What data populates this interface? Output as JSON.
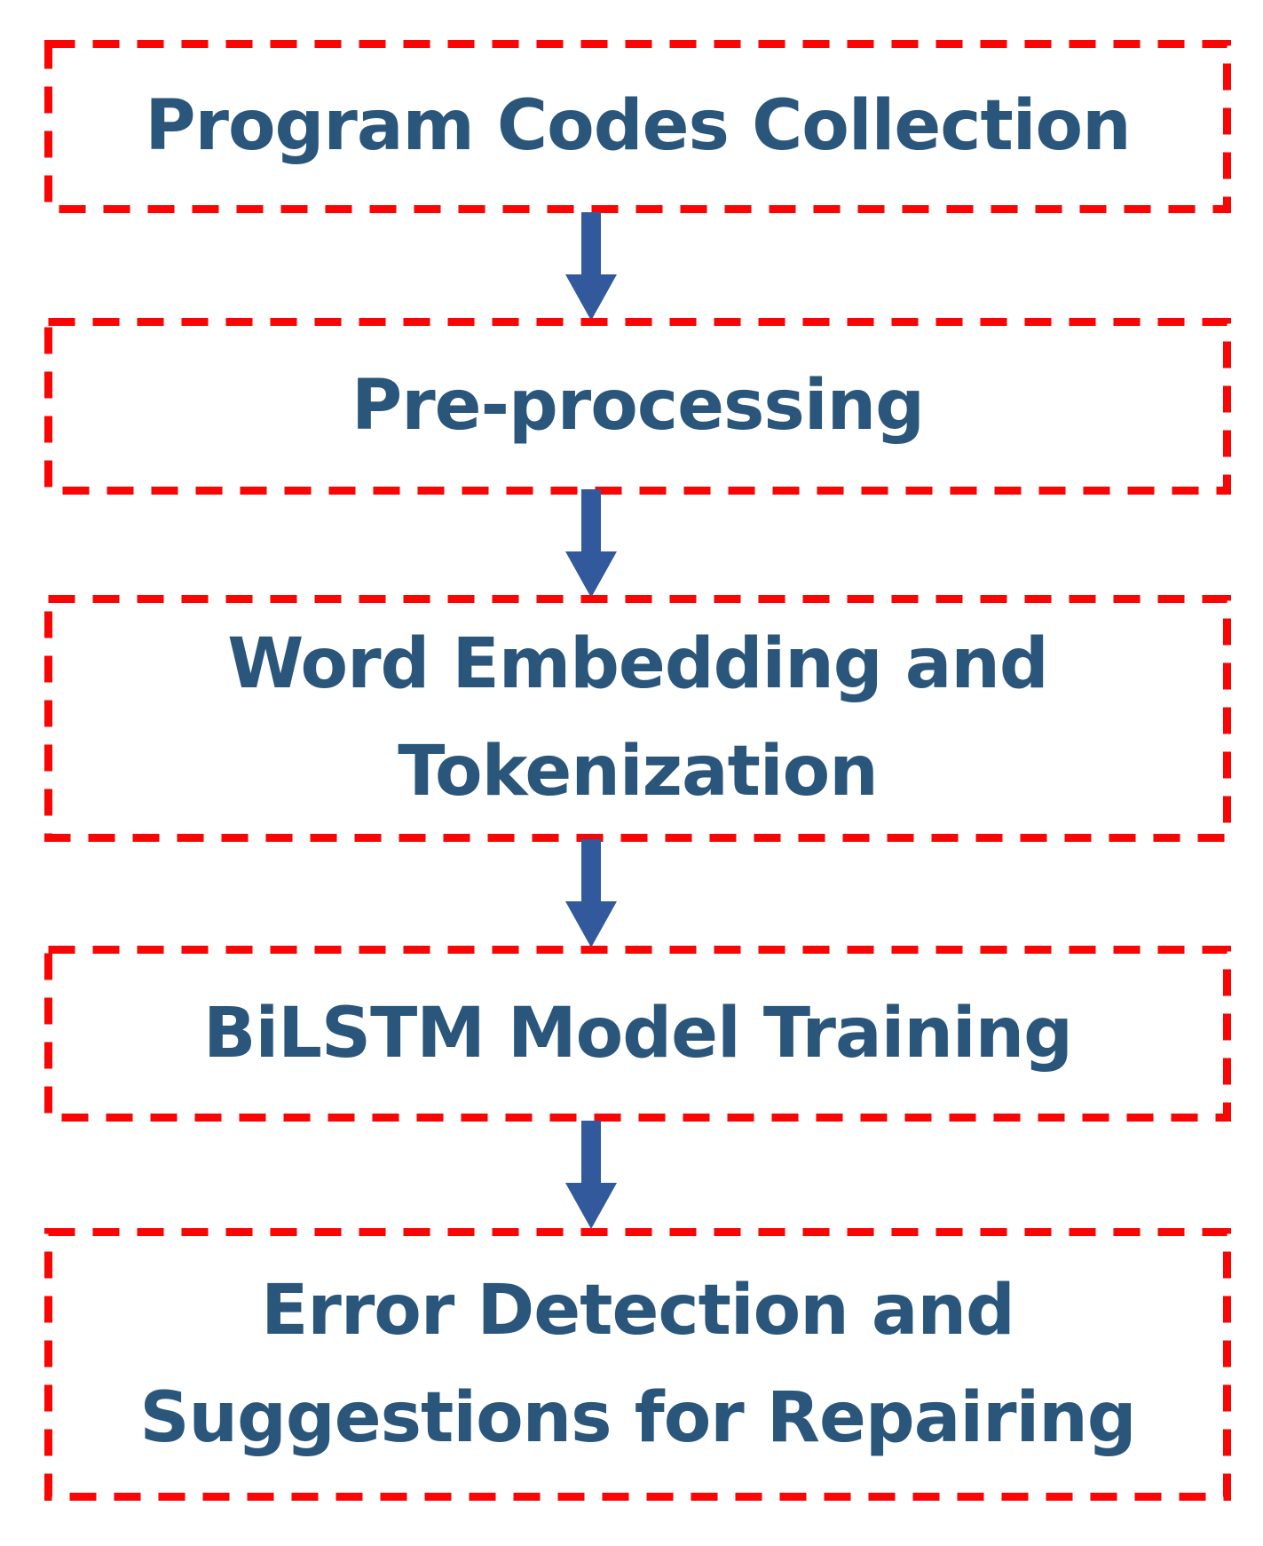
{
  "colors": {
    "background": "#FFFFFF",
    "box_border_red": "#FA0404",
    "arrow_blue": "#33599D",
    "text_navy": "#2B567B"
  },
  "flowchart": {
    "boxes": [
      {
        "name": "program-codes-collection",
        "lines": [
          "Program Codes Collection"
        ]
      },
      {
        "name": "pre-processing",
        "lines": [
          "Pre-processing"
        ]
      },
      {
        "name": "word-embedding-and-tokenization",
        "lines": [
          "Word Embedding and",
          "Tokenization"
        ]
      },
      {
        "name": "bilstm-model-training",
        "lines": [
          "BiLSTM Model Training"
        ]
      },
      {
        "name": "error-detection-and-suggestions",
        "lines": [
          "Error Detection and",
          "Suggestions for Repairing"
        ]
      }
    ],
    "connector_icon": "down-arrow",
    "connector_count": 4
  }
}
